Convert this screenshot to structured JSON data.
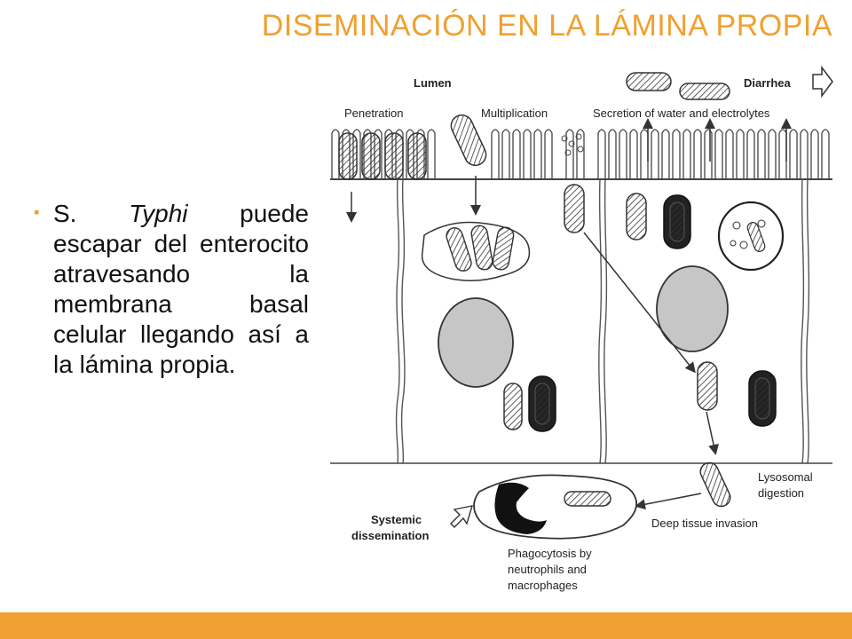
{
  "title": "DISEMINACIÓN EN LA LÁMINA PROPIA",
  "bullet": {
    "prefix": "S. ",
    "italic": "Typhi",
    "rest": " puede escapar del enterocito atravesando la membrana basal celular llegando así a la lámina propia."
  },
  "figure_labels": {
    "lumen": "Lumen",
    "diarrhea": "Diarrhea",
    "penetration": "Penetration",
    "multiplication": "Multiplication",
    "secretion": "Secretion of water and electrolytes",
    "lysosomal_1": "Lysosomal",
    "lysosomal_2": "digestion",
    "deep_invasion": "Deep tissue invasion",
    "systemic_1": "Systemic",
    "systemic_2": "dissemination",
    "phago_1": "Phagocytosis by",
    "phago_2": "neutrophils and",
    "phago_3": "macrophages"
  },
  "colors": {
    "accent": "#f0a030",
    "text": "#111111"
  }
}
